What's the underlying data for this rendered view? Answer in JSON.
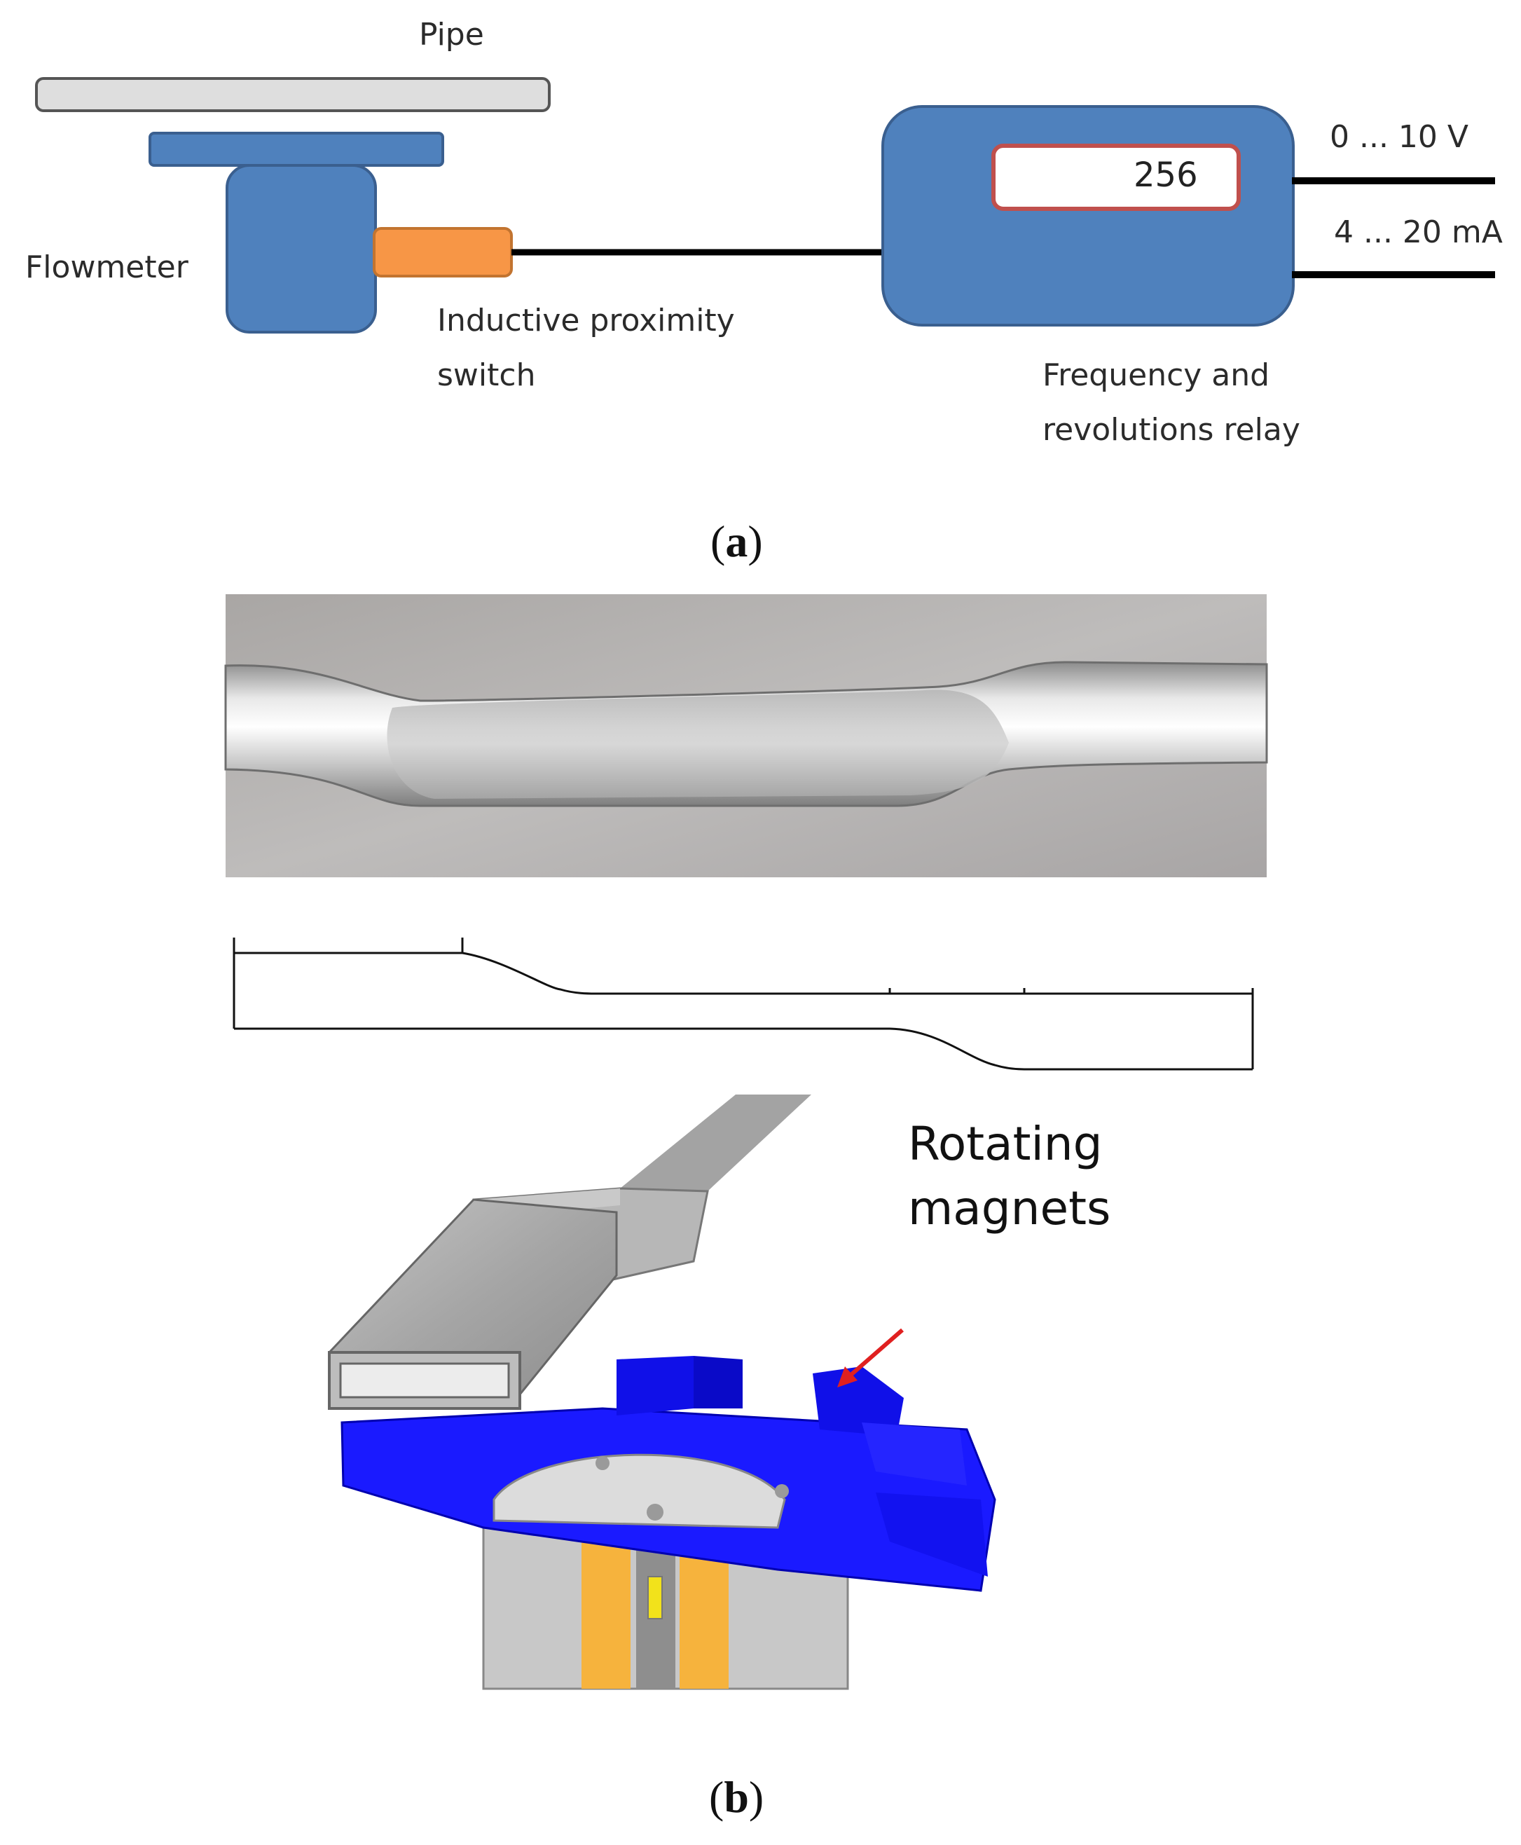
{
  "panel_a": {
    "pipe_label": "Pipe",
    "flowmeter_label": "Flowmeter",
    "switch_label_line1": "Inductive proximity",
    "switch_label_line2": "switch",
    "relay_label_line1": "Frequency and",
    "relay_label_line2": "revolutions relay",
    "display_value": "256",
    "output_voltage": "0 ... 10 V",
    "output_current": "4 ... 20 mA",
    "caption_letter": "a"
  },
  "panel_b": {
    "magnets_label_line1": "Rotating",
    "magnets_label_line2": "magnets",
    "caption_letter": "b"
  },
  "colors": {
    "component_blue": "#4f81bd",
    "component_border": "#3a5f8f",
    "switch_orange": "#f79646",
    "display_border": "#c0504d",
    "magnet_blue": "#1a1aff",
    "arrow_red": "#e02020"
  }
}
